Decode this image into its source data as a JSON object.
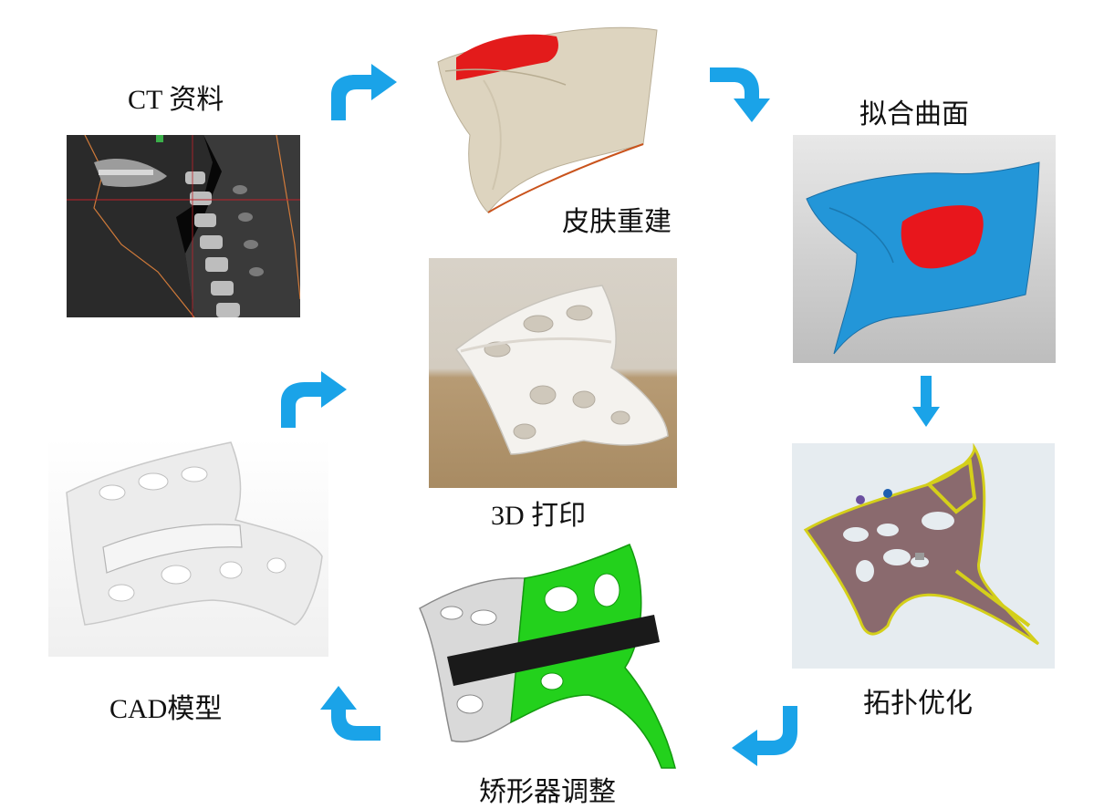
{
  "labels": {
    "ct": "CT 资料",
    "skin": "皮肤重建",
    "surface": "拟合曲面",
    "topology": "拓扑优化",
    "adjust": "矫形器调整",
    "cad": "CAD模型",
    "print": "3D  打印"
  },
  "colors": {
    "arrow": "#1aa3e8",
    "fit_surface": "#2196d6",
    "fit_surface_red": "#e8161c",
    "skin": "#ddd4bf",
    "orthosis_green": "#23d11c",
    "strut_yellow": "#d4cf1a",
    "topo_body": "#8a6a6e"
  },
  "icons": [
    "curved-arrow-icon",
    "down-arrow-icon"
  ]
}
